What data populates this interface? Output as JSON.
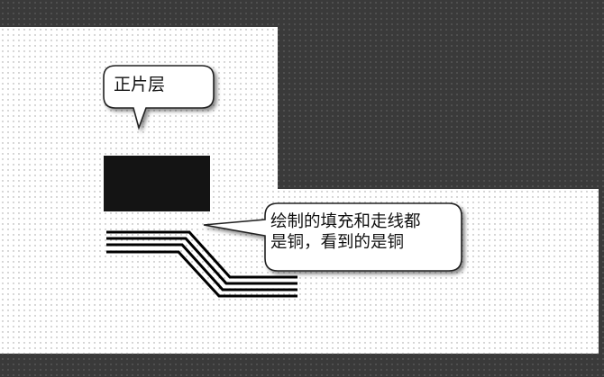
{
  "callouts": {
    "positive_layer": {
      "text": "正片层"
    },
    "explanation": {
      "line1": "绘制的填充和走线都",
      "line2": "是铜，看到的是铜"
    }
  },
  "colors": {
    "board_background": "#3a3a3a",
    "positive_area": "#ffffff",
    "copper_fill": "#141414",
    "trace": "#000000",
    "callout_fill": "#ffffff",
    "callout_border": "#222222"
  }
}
